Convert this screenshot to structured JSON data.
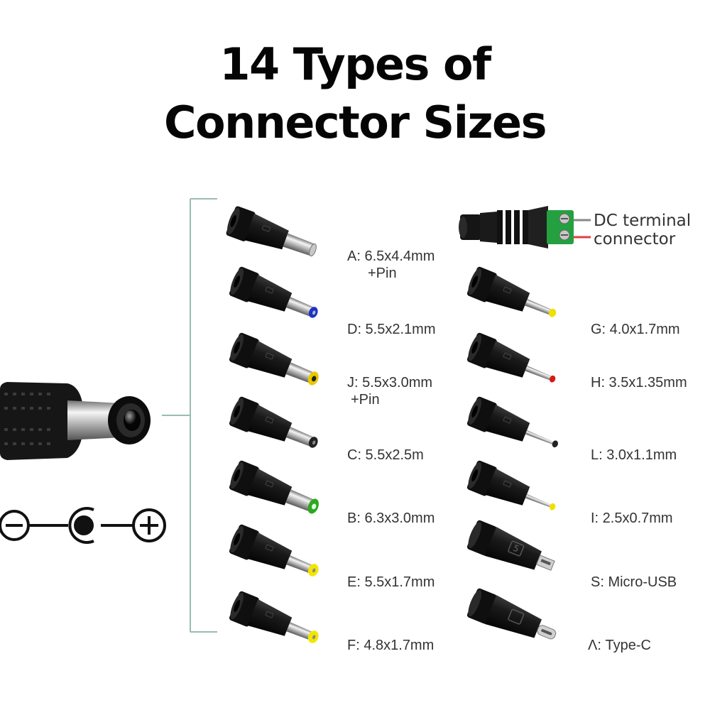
{
  "title": {
    "line1": "14 Types of",
    "line2": "Connector Sizes"
  },
  "dc_terminal": {
    "line1": "DC terminal",
    "line2": "connector"
  },
  "left_column": [
    {
      "label": "A: 6.5x4.4mm",
      "label2": "+Pin",
      "tip_color": "#c8c8c8"
    },
    {
      "label": "D: 5.5x2.1mm",
      "tip_color": "#1c33c8"
    },
    {
      "label": "J: 5.5x3.0mm",
      "label2": "+Pin",
      "tip_color": "#e8c800"
    },
    {
      "label": "C: 5.5x2.5m",
      "tip_color": "#222222"
    },
    {
      "label": "B: 6.3x3.0mm",
      "tip_color": "#2ea81f"
    },
    {
      "label": "E: 5.5x1.7mm",
      "tip_color": "#f2e600"
    },
    {
      "label": "F: 4.8x1.7mm",
      "tip_color": "#f2e600"
    }
  ],
  "right_column": [
    {
      "label": "G: 4.0x1.7mm",
      "tip_color": "#f0e000"
    },
    {
      "label": "H: 3.5x1.35mm",
      "tip_color": "#d81818"
    },
    {
      "label": "L: 3.0x1.1mm",
      "tip_color": "#222222"
    },
    {
      "label": "I: 2.5x0.7mm",
      "tip_color": "#f0e000"
    },
    {
      "label": "S: Micro-USB",
      "badge": "5"
    },
    {
      "label": "Λ: Type-C"
    }
  ],
  "polarity_icon": "polarity-minus-center-plus-icon",
  "accent": "#9bbcb0"
}
